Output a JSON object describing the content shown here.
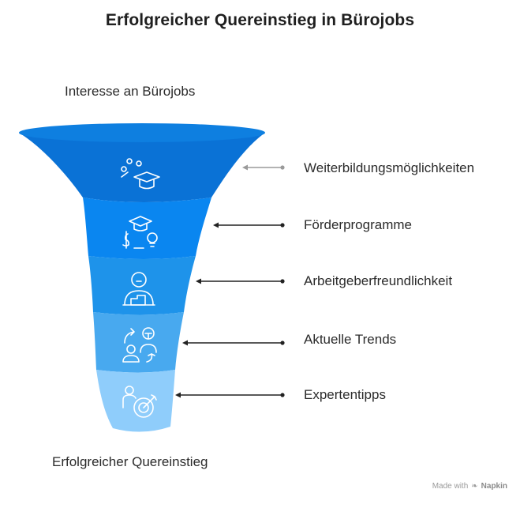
{
  "title": "Erfolgreicher Quereinstieg in Bürojobs",
  "funnel_top_label": "Interesse an Bürojobs",
  "funnel_bottom_label": "Erfolgreicher Quereinstieg",
  "stages": [
    {
      "label": "Weiterbildungsmöglichkeiten",
      "icon": "graduation-people-icon",
      "color": "#0a72d6"
    },
    {
      "label": "Förderprogramme",
      "icon": "grad-cap-money-bulb-icon",
      "color": "#0a86f0"
    },
    {
      "label": "Arbeitgeberfreundlichkeit",
      "icon": "person-desk-icon",
      "color": "#1e93ea"
    },
    {
      "label": "Aktuelle Trends",
      "icon": "trend-people-icon",
      "color": "#48a9ef"
    },
    {
      "label": "Expertentipps",
      "icon": "expert-target-icon",
      "color": "#8fcdfb"
    }
  ],
  "footer": {
    "prefix": "Made with",
    "brand": "Napkin"
  },
  "colors": {
    "rim": "#0e7fe0",
    "arrow_first": "#9a9a9a",
    "arrow_rest": "#222222"
  }
}
